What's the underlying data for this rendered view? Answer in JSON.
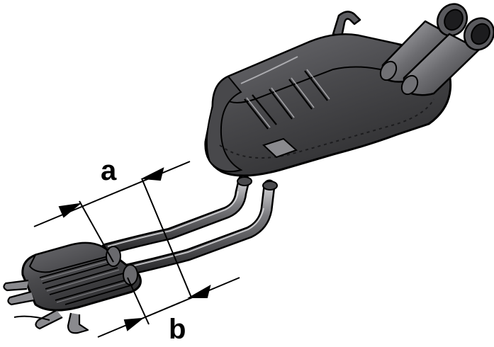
{
  "diagram": {
    "labels": {
      "a": "a",
      "b": "b"
    },
    "colors": {
      "background": "#ffffff",
      "metal_dark": "#3a3a3c",
      "metal_mid": "#5b5b5e",
      "metal_light": "#8a8a8e",
      "highlight": "#c9c9cc",
      "outline": "#000000",
      "dimension_line": "#000000"
    },
    "components": [
      "rear-silencer",
      "front-silencer",
      "twin-pipes",
      "tail-pipes",
      "inlet-pipes",
      "mounting-bracket"
    ]
  }
}
